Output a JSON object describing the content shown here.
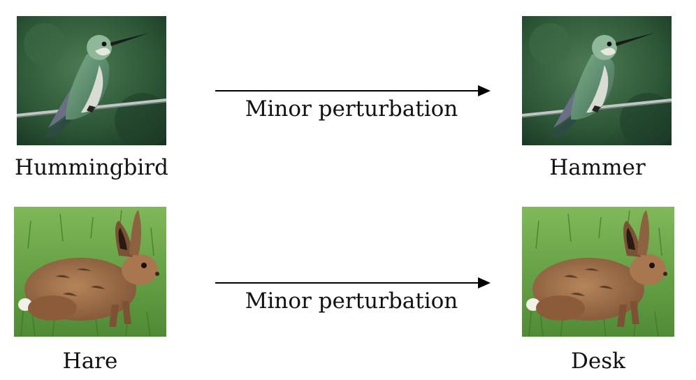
{
  "rows": [
    {
      "source_label": "Hummingbird",
      "arrow_caption": "Minor perturbation",
      "target_label": "Hammer"
    },
    {
      "source_label": "Hare",
      "arrow_caption": "Minor perturbation",
      "target_label": "Desk"
    }
  ],
  "colors": {
    "text": "#111111",
    "arrow": "#000000",
    "bird_background": "#2f5a3a",
    "grass": "#5f9a3e",
    "hare_fur": "#9a6a44"
  }
}
